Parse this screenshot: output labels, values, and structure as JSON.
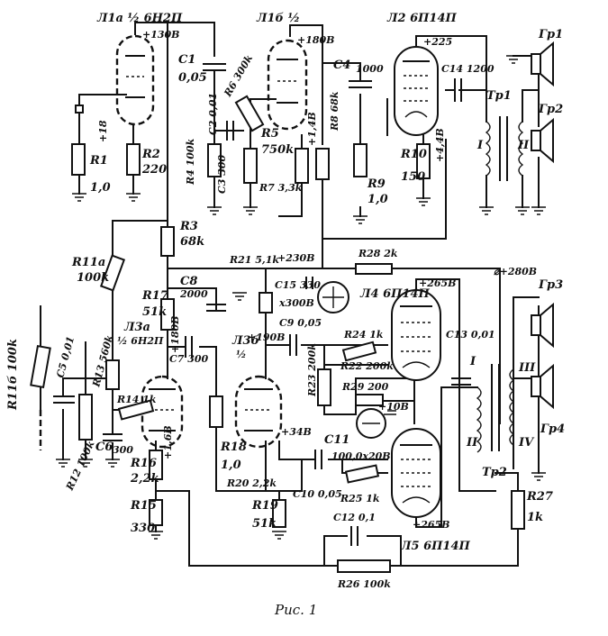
{
  "caption": "Рис. 1",
  "tubes": {
    "l1a": "Л1а ½ 6Н2П",
    "l1b": "Л1б ½",
    "l2": "Л2 6П14П",
    "l3a": "Л3а",
    "l3a_type": "½ 6Н2П",
    "l3b": "Л3б",
    "l3b_half": "½",
    "l4": "Л4 6П14П",
    "l5": "Л5 6П14П"
  },
  "voltages": {
    "v130": "+130В",
    "v180": "+180В",
    "v225": "+225",
    "v230": "+230В",
    "v280": "⌀+280В",
    "v265a": "+265В",
    "v265b": "+265В",
    "v18": "+18",
    "v14": "+1,4В",
    "v44": "+4,4В",
    "v180b": "+180В",
    "v190": "+190В",
    "v16": "+1,6В",
    "v34": "+34В",
    "v10": "+10В"
  },
  "resistors": {
    "r1": "R1",
    "r1v": "1,0",
    "r2": "R2",
    "r2v": "220",
    "r3": "R3",
    "r3v": "68k",
    "r4": "R4 100k",
    "r5": "R5",
    "r5v": "750k",
    "r6": "R6 300k",
    "r7": "R7 3,3k",
    "r8": "R8 68k",
    "r9": "R9",
    "r9v": "1,0",
    "r10": "R10",
    "r10v": "150",
    "r11a": "R11а",
    "r11av": "100k",
    "r11b": "R11б 100k",
    "r12": "R12 100k",
    "r13": "R13 560k",
    "r14": "R14 1k",
    "r15": "R15",
    "r15v": "330",
    "r16": "R16",
    "r16v": "2,2k",
    "r17": "R17",
    "r17v": "51k",
    "r18": "R18",
    "r18v": "1,0",
    "r19": "R19",
    "r19v": "51k",
    "r20": "R20 2,2k",
    "r21": "R21 5,1k",
    "r22": "R22 200k",
    "r23": "R23 200k",
    "r24": "R24 1k",
    "r25": "R25 1k",
    "r26": "R26 100k",
    "r27": "R27",
    "r27v": "1k",
    "r28": "R28 2k",
    "r29": "R29 200"
  },
  "capacitors": {
    "c1": "C1",
    "c1v": "0,05",
    "c2": "C2 0,01",
    "c3": "C3 300",
    "c4": "C4",
    "c4v": "1000",
    "c5": "C5 0,01",
    "c6": "C6",
    "c6v": "300",
    "c7": "C7 300",
    "c8": "C8",
    "c8v": "2000",
    "c9": "C9 0,05",
    "c10": "C10 0,05",
    "c11": "C11",
    "c11v": "100,0x20В",
    "c12": "C12 0,1",
    "c13": "C13 0,01",
    "c14": "C14 1200",
    "c15": "C15 330",
    "c15v": "x300В"
  },
  "transformers": {
    "tr1": "Тр1",
    "tr2": "Тр2",
    "w1": "I",
    "w2": "II",
    "w3": "III",
    "w4": "IV",
    "w1b": "I",
    "w2b": "II"
  },
  "speakers": {
    "gr1": "Гр1",
    "gr2": "Гр2",
    "gr3": "Гр3",
    "gr4": "Гр4"
  }
}
